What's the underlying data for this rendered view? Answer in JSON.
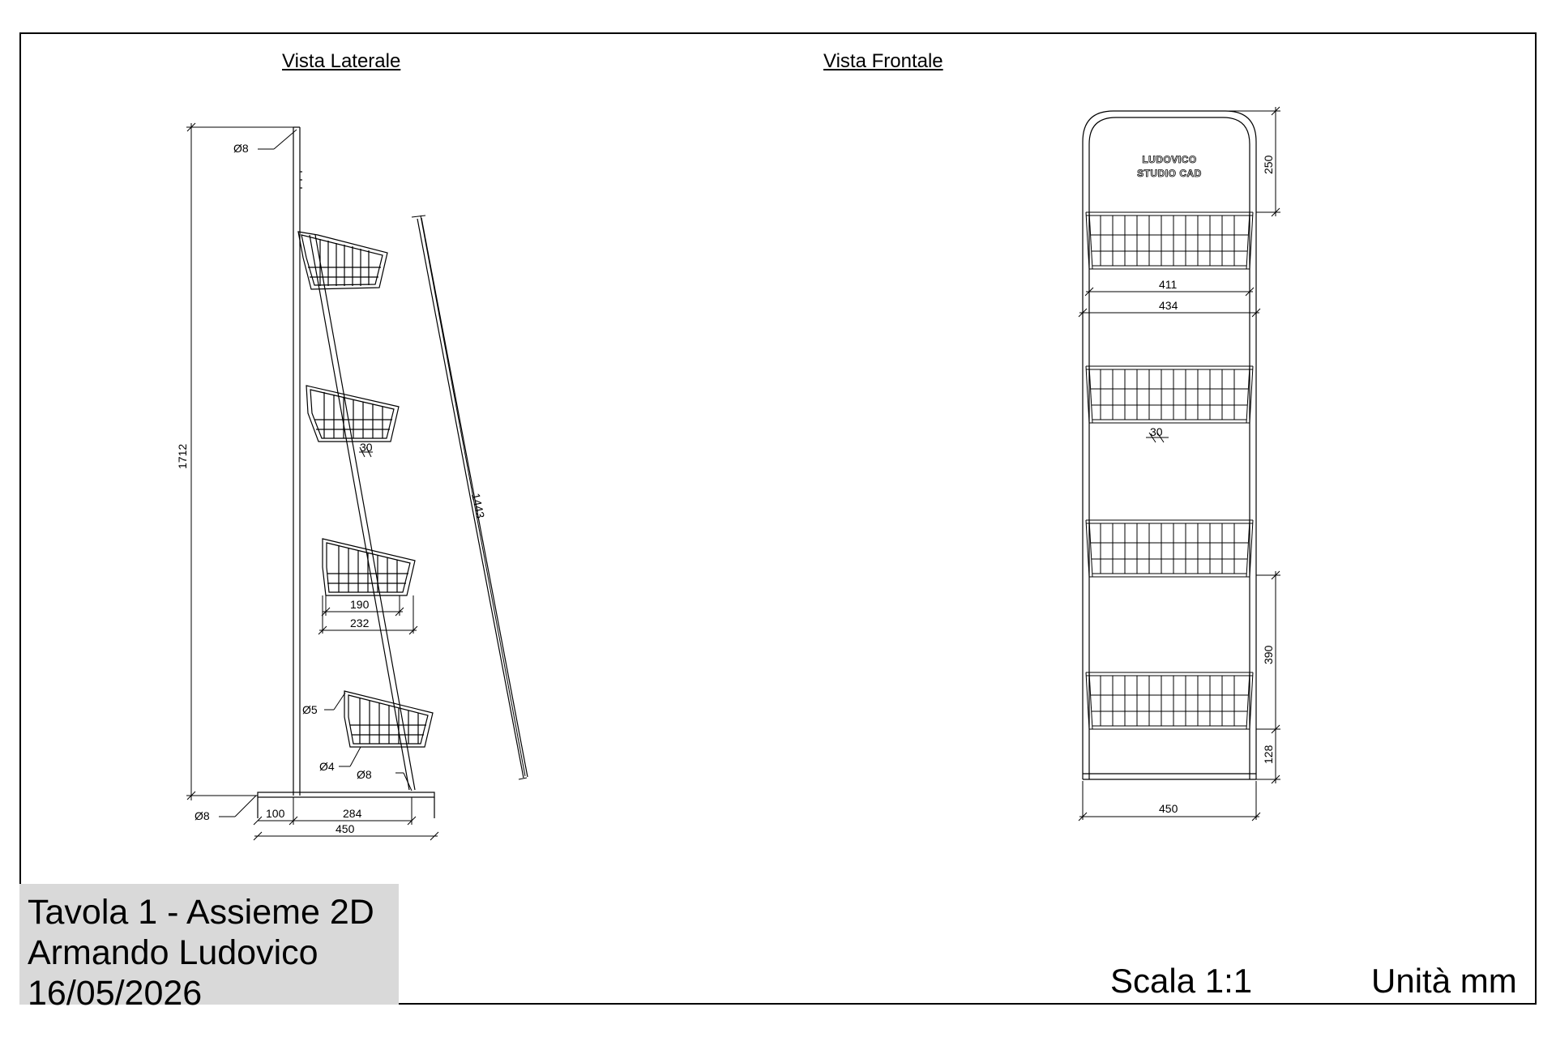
{
  "views": {
    "side_title": "Vista Laterale",
    "front_title": "Vista Frontale"
  },
  "logo": {
    "line1": "LUDOVICO",
    "line2": "STUDIO CAD"
  },
  "side_dims": {
    "height_total": "1712",
    "diagonal": "1443",
    "dia_top": "Ø8",
    "dia_bottom_left": "Ø8",
    "dia_leg": "Ø8",
    "dia_wire": "Ø5",
    "dia_rod": "Ø4",
    "basket_gap": "30",
    "basket_depth_inner": "190",
    "basket_depth_outer": "232",
    "base_offset": "100",
    "base_span": "284",
    "base_total": "450"
  },
  "front_dims": {
    "top_height": "250",
    "inner_width": "411",
    "outer_width": "434",
    "wire_gap": "30",
    "shelf_spacing": "390",
    "bottom_clearance": "128",
    "total_width": "450"
  },
  "title_block": {
    "line1": "Tavola 1 - Assieme 2D",
    "line2": "Armando Ludovico",
    "line3": "16/05/2026"
  },
  "footer": {
    "scale": "Scala 1:1",
    "units": "Unità mm"
  }
}
